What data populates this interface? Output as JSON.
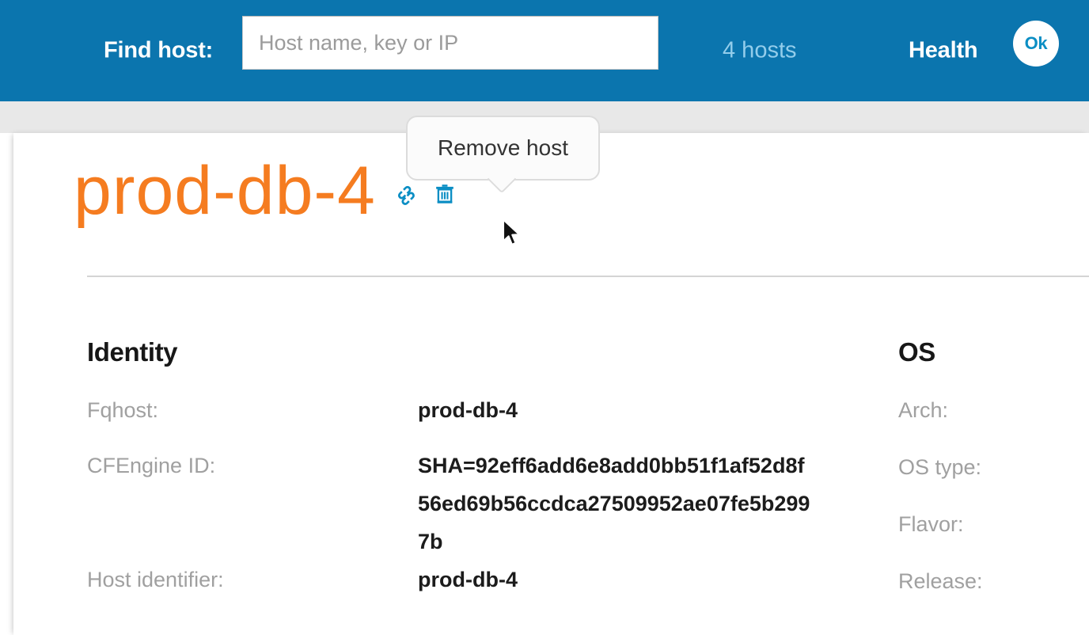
{
  "header": {
    "find_label": "Find host:",
    "search": {
      "placeholder": "Host name, key or IP",
      "value": ""
    },
    "hosts_count": "4 hosts",
    "health_label": "Health",
    "health_status": "Ok",
    "bar_color": "#0b75ae",
    "accent_color": "#93cdeb"
  },
  "tooltip": {
    "text": "Remove host"
  },
  "page": {
    "title": "prod-db-4",
    "title_color": "#f57c20",
    "icons": [
      {
        "name": "link-icon",
        "label": "Copy link"
      },
      {
        "name": "trash-icon",
        "label": "Remove host"
      }
    ]
  },
  "identity": {
    "heading": "Identity",
    "rows": [
      {
        "label": "Fqhost:",
        "value": "prod-db-4"
      },
      {
        "label": "CFEngine ID:",
        "value": "SHA=92eff6add6e8add0bb51f1af52d8f56ed69b56ccdca27509952ae07fe5b2997b"
      },
      {
        "label": "Host identifier:",
        "value": "prod-db-4"
      }
    ]
  },
  "os": {
    "heading": "OS",
    "rows": [
      {
        "label": "Arch:",
        "value": ""
      },
      {
        "label": "OS type:",
        "value": ""
      },
      {
        "label": "Flavor:",
        "value": ""
      },
      {
        "label": "Release:",
        "value": ""
      }
    ]
  }
}
